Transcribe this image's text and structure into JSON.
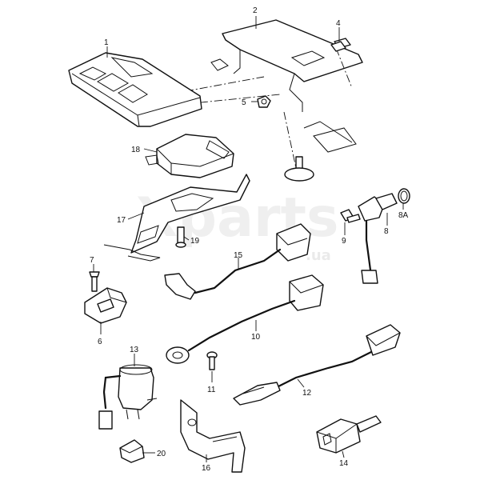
{
  "diagram": {
    "watermark_text": "Xparts",
    "watermark_suffix": ".ua",
    "labels": {
      "p1": "1",
      "p2": "2",
      "p4": "4",
      "p5": "5",
      "p6": "6",
      "p7": "7",
      "p8": "8",
      "p8a": "8A",
      "p9": "9",
      "p10": "10",
      "p11": "11",
      "p12": "12",
      "p13": "13",
      "p14": "14",
      "p15": "15",
      "p16": "16",
      "p17": "17",
      "p18": "18",
      "p19": "19",
      "p20": "20"
    }
  }
}
